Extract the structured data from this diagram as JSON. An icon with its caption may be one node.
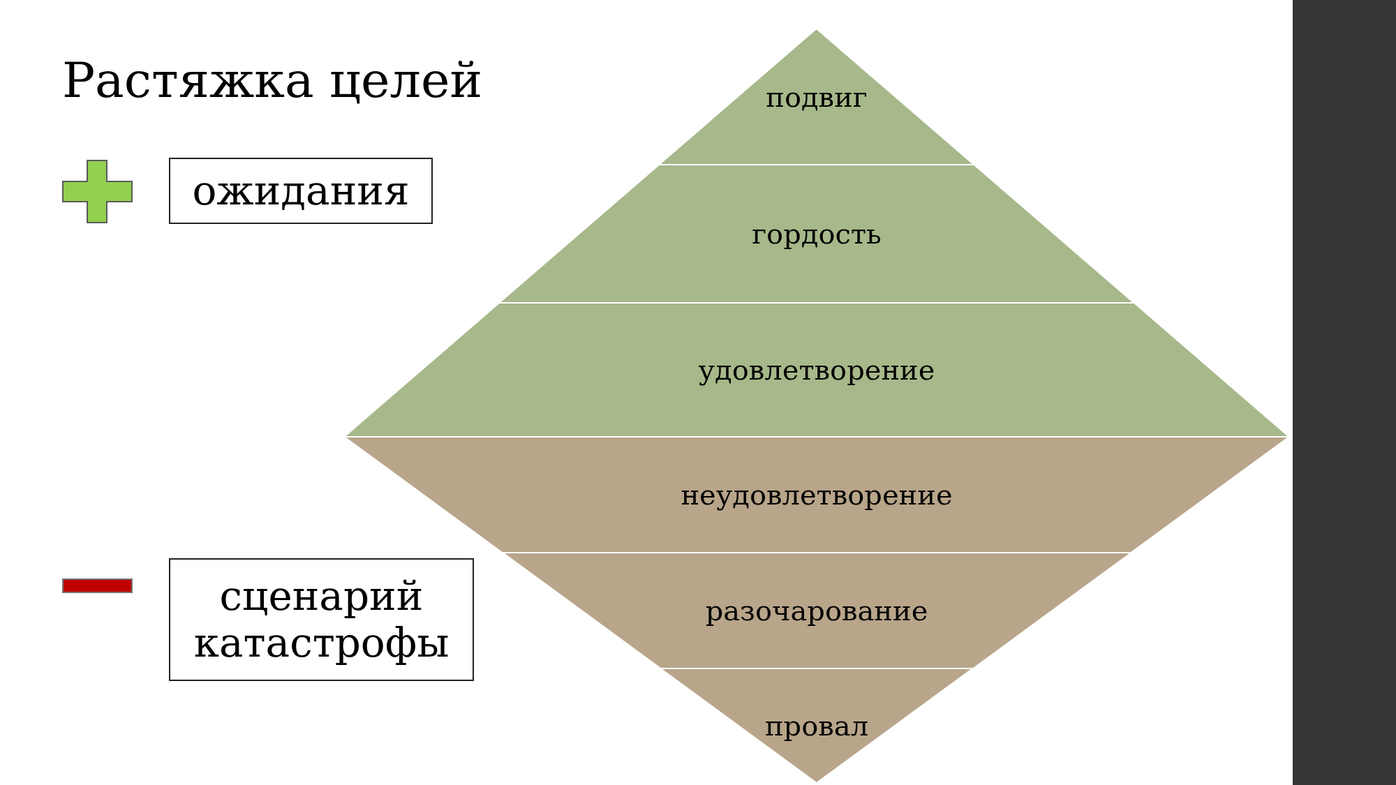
{
  "diagram": {
    "title": "Растяжка целей",
    "nodes": [
      {
        "text": [
          "ожидания"
        ]
      },
      {
        "text": [
          "сценарий катастрофы"
        ]
      },
      {
        "text": [
          "подвиг"
        ]
      },
      {
        "text": [
          "гордость"
        ]
      },
      {
        "text": [
          "удовлетворение"
        ]
      },
      {
        "text": [
          "неудовлетворение"
        ]
      },
      {
        "text": [
          "разочарование"
        ]
      },
      {
        "text": [
          "провал"
        ]
      },
      {
        "text": [],
        "shape": "bar"
      }
    ]
  }
}
